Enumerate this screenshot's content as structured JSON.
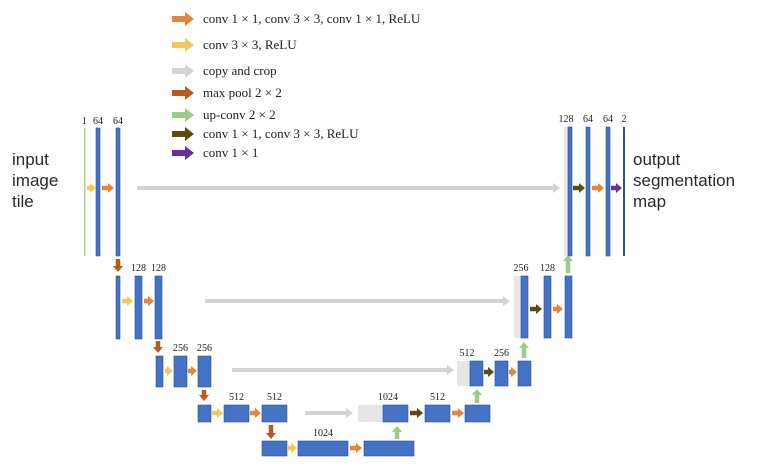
{
  "legend": [
    {
      "key": "conv113",
      "label": "conv 1 × 1,   conv 3 × 3,  conv 1 × 1,  ReLU",
      "color": "#E8833A"
    },
    {
      "key": "conv3",
      "label": "conv 3 × 3,  ReLU",
      "color": "#F5C65A"
    },
    {
      "key": "copy",
      "label": "copy and crop",
      "color": "#D3D3D3"
    },
    {
      "key": "pool",
      "label": "max pool 2 × 2",
      "color": "#B85C1E"
    },
    {
      "key": "upconv",
      "label": "up-conv 2 × 2",
      "color": "#9BCB84"
    },
    {
      "key": "conv13",
      "label": "conv 1 × 1,    conv 3 × 3,  ReLU",
      "color": "#5E4A0E"
    },
    {
      "key": "conv1",
      "label": "conv 1 × 1",
      "color": "#6A2F9A"
    }
  ],
  "side_labels": {
    "input": [
      "input",
      "image",
      "tile"
    ],
    "output": [
      "output",
      "segmentation",
      "map"
    ]
  },
  "channels": {
    "l1_in": "1",
    "l1_a": "64",
    "l1_b": "64",
    "l2_a": "128",
    "l2_b": "128",
    "l3_a": "256",
    "l3_b": "256",
    "l4_a": "512",
    "l4_b": "512",
    "bottom": "1024",
    "u4_a": "1024",
    "u4_b": "512",
    "u3_a": "512",
    "u3_b": "256",
    "u2_a": "256",
    "u2_b": "128",
    "u1_a": "128",
    "u1_b": "64",
    "u1_c": "64",
    "u1_d": "2"
  },
  "colors": {
    "block": "#4472C4",
    "block_edge": "#2F528F",
    "copy_block": "#E6E6E6",
    "input_line": "#A9D18E"
  }
}
